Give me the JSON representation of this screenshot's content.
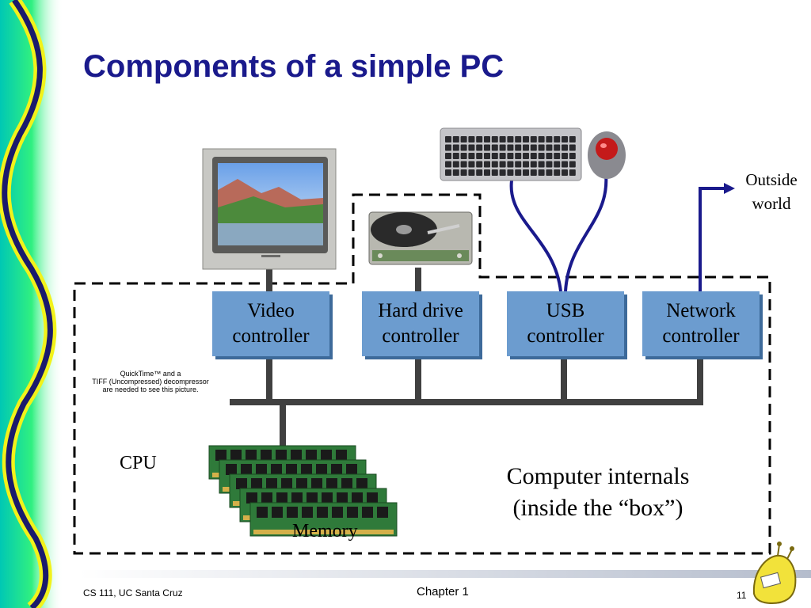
{
  "slide": {
    "title": "Components of a simple PC"
  },
  "controllers": [
    {
      "line1": "Video",
      "line2": "controller"
    },
    {
      "line1": "Hard drive",
      "line2": "controller"
    },
    {
      "line1": "USB",
      "line2": "controller"
    },
    {
      "line1": "Network",
      "line2": "controller"
    }
  ],
  "labels": {
    "outside_world_line1": "Outside",
    "outside_world_line2": "world",
    "cpu": "CPU",
    "memory": "Memory",
    "internals_line1": "Computer internals",
    "internals_line2": "(inside the “box”)"
  },
  "quicktime_placeholder": {
    "line1": "QuickTime™ and a",
    "line2": "TIFF (Uncompressed) decompressor",
    "line3": "are needed to see this picture."
  },
  "footer": {
    "course": "CS 111, UC Santa Cruz",
    "chapter": "Chapter 1",
    "page": "11"
  },
  "colors": {
    "title": "#1a1a8c",
    "controller_fill": "#6c9ccf",
    "bus": "#404040",
    "usb_cable": "#1a1a8c",
    "left_wave_green": "#20e0a0",
    "left_wave_navy": "#1a1a6c",
    "left_wave_yellow": "#f2f21a"
  },
  "icons": [
    "crt-monitor-icon",
    "hard-disk-icon",
    "keyboard-icon",
    "trackball-icon",
    "memory-module-icon",
    "slug-mascot-icon"
  ]
}
